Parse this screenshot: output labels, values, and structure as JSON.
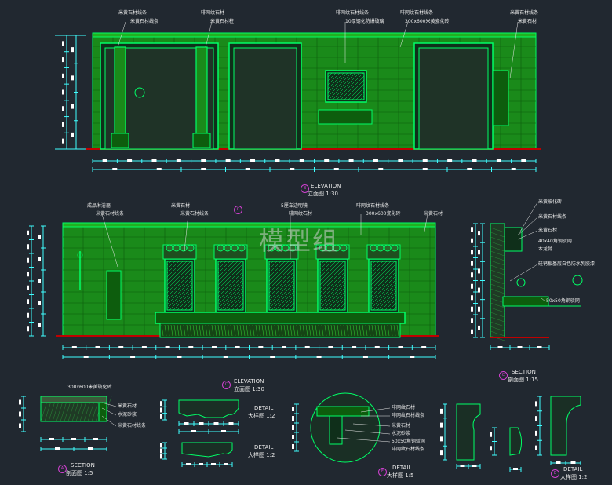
{
  "watermark": "模型组",
  "colors": {
    "background": "#212830",
    "wall": "#1a8a1a",
    "outline": "#00ff66",
    "dim": "#40ffff",
    "floor": "#c00000",
    "label": "#e8e8e8",
    "marker": "#d040d0"
  },
  "elevation_top": {
    "labels": [
      "米黄石材线条",
      "米黄石材线条",
      "啡网纹石材",
      "米黄石材柱",
      "啡网纹石材线条",
      "10厚钢化防爆玻璃",
      "啡网纹石材线条",
      "300x600米黄瓷化砖",
      "米黄石材线条",
      "米黄石材"
    ],
    "caption_en": "ELEVATION",
    "caption_cn": "立面图 1:30",
    "marker": "B"
  },
  "elevation_mid": {
    "labels": [
      "成品淋浴器",
      "米黄石材线条",
      "米黄石材",
      "米黄石材线条",
      "5厘车边明镜",
      "啡网纹石材",
      "啡网纹石材线条",
      "300x600瓷化砖",
      "米黄石材"
    ],
    "caption_en": "ELEVATION",
    "caption_cn": "立面图 1:30",
    "marker": "C"
  },
  "section_c": {
    "labels": [
      "米黄玻化砖",
      "米黄石材线条",
      "米黄石材",
      "40x40角钢驳网",
      "木龙骨",
      "硅钙板基层白色防水乳胶漆",
      "50x50角钢驳网"
    ],
    "caption_en": "SECTION",
    "caption_cn": "剖面图 1:15",
    "marker": "C"
  },
  "section_a": {
    "labels": [
      "300x600米黄玻化砖",
      "米黄石材",
      "水泥砂浆",
      "米黄石材线条"
    ],
    "caption_en": "SECTION",
    "caption_cn": "剖面图 1:5",
    "marker": "A"
  },
  "detail_d": {
    "caption_en": "DETAIL",
    "caption_cn": "大样图 1:2",
    "caption_cn2": "大样图 1:2"
  },
  "detail_f": {
    "labels": [
      "啡网纹石材",
      "啡网纹石材线条",
      "米黄石材",
      "水泥砂浆",
      "50x50角钢驳网",
      "啡网纹石材线条"
    ],
    "caption_en": "DETAIL",
    "caption_cn": "大样图 1:5",
    "marker": "F"
  },
  "detail_e": {
    "caption_en": "DETAIL",
    "caption_cn": "大样图 1:2",
    "marker": "E"
  }
}
